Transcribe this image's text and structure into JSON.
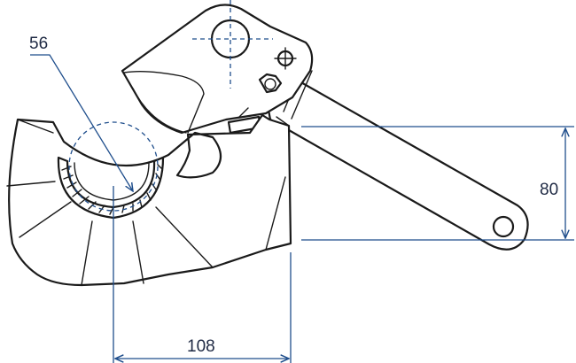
{
  "drawing": {
    "dimensions": [
      {
        "id": "ball_diameter",
        "label": "56"
      },
      {
        "id": "height",
        "label": "80"
      },
      {
        "id": "length",
        "label": "108"
      }
    ],
    "colors": {
      "line": "#1a1a1a",
      "dimension": "#1f4e8c",
      "dimension_text": "#1f2a44",
      "background": "#ffffff"
    }
  }
}
